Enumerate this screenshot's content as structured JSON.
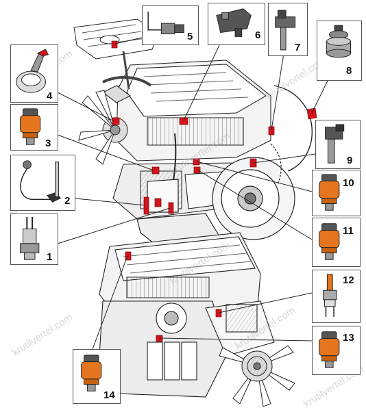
{
  "watermark": {
    "text": "krutilvertel.com"
  },
  "colors": {
    "sensor_red": "#d4141c",
    "sensor_orange": "#e5761f",
    "line": "#222222"
  },
  "callouts": [
    {
      "id": "1",
      "label": "1",
      "icon": "coolant-temperature-sensor-icon"
    },
    {
      "id": "2",
      "label": "2",
      "icon": "oil-level-sensor-icon"
    },
    {
      "id": "3",
      "label": "3",
      "icon": "pressure-sensor-orange-icon"
    },
    {
      "id": "4",
      "label": "4",
      "icon": "ring-speed-sensor-icon"
    },
    {
      "id": "5",
      "label": "5",
      "icon": "cable-sensor-icon"
    },
    {
      "id": "6",
      "label": "6",
      "icon": "map-sensor-icon"
    },
    {
      "id": "7",
      "label": "7",
      "icon": "position-sensor-icon"
    },
    {
      "id": "8",
      "label": "8",
      "icon": "round-switch-sensor-icon"
    },
    {
      "id": "9",
      "label": "9",
      "icon": "speed-sensor-icon"
    },
    {
      "id": "10",
      "label": "10",
      "icon": "pressure-sensor-orange-icon"
    },
    {
      "id": "11",
      "label": "11",
      "icon": "pressure-sensor-orange-icon"
    },
    {
      "id": "12",
      "label": "12",
      "icon": "temperature-sender-icon"
    },
    {
      "id": "13",
      "label": "13",
      "icon": "pressure-sensor-orange-icon"
    },
    {
      "id": "14",
      "label": "14",
      "icon": "pressure-sensor-orange-icon"
    }
  ]
}
